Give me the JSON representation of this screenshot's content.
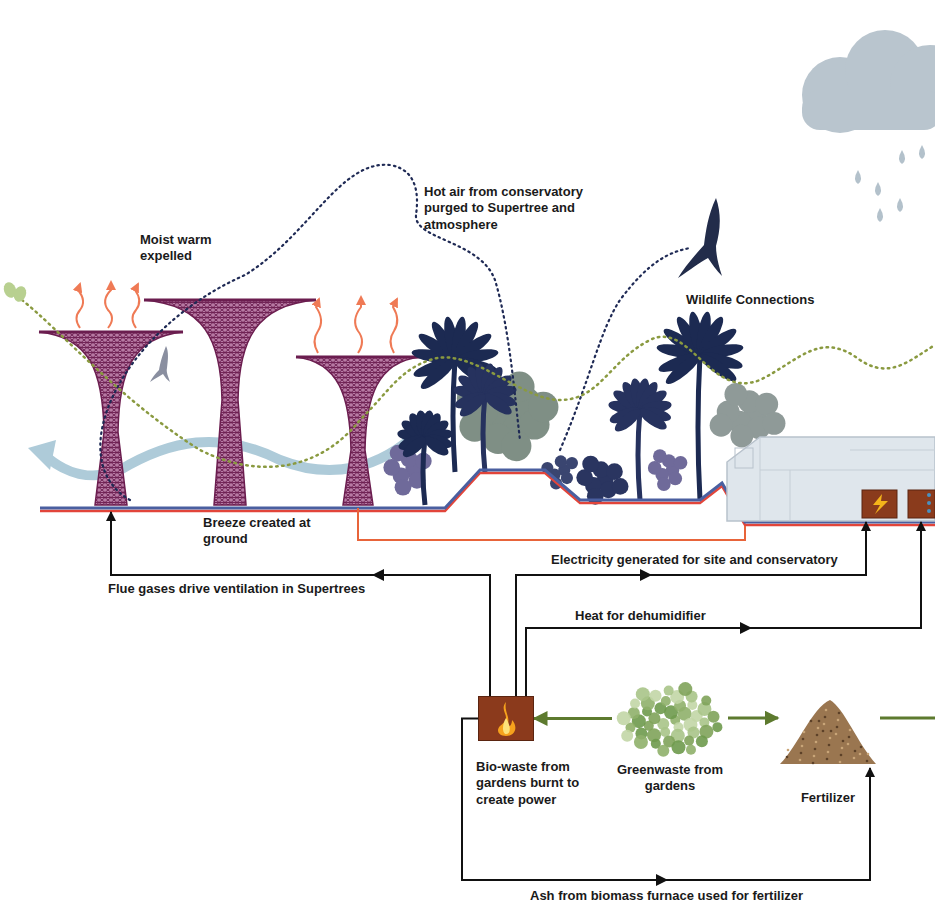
{
  "diagram": {
    "nodes": [
      {
        "text": [
          "Bio-waste from gardens burnt to create power"
        ]
      },
      {
        "text": [
          "Greenwaste from gardens"
        ]
      },
      {
        "text": [
          "Fertilizer"
        ]
      }
    ],
    "edges": [
      {
        "from": 1,
        "to": 0,
        "arrow": "to"
      },
      {
        "from": 1,
        "to": 2,
        "arrow": "to"
      },
      {
        "from": 0,
        "to": 2,
        "arrow": "to",
        "label": "Ash from biomass furnace used for fertilizer"
      }
    ],
    "labels": [
      "Moist warm expelled",
      "Hot air from conservatory purged to Supertree and atmosphere",
      "Wildlife Connections",
      "Breeze created at ground",
      "Electricity generated for site and conservatory",
      "Flue gases drive ventilation in Supertrees",
      "Heat for dehumidifier"
    ]
  }
}
